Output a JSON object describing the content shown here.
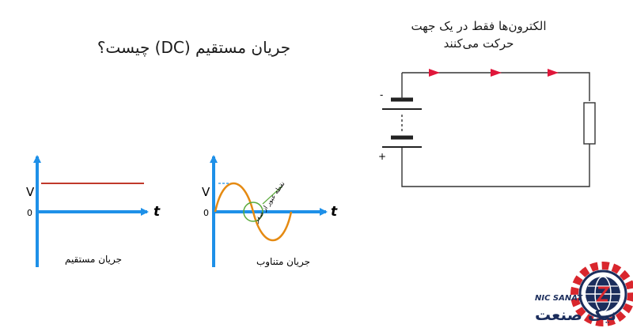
{
  "title": "جریان مستقیم (DC) چیست؟",
  "electron_note": "الکترون‌ها فقط در یک جهت حرکت می‌کنند",
  "battery": {
    "minus": "-",
    "plus": "+"
  },
  "dc_graph": {
    "v_label": "V",
    "zero_label": "0",
    "t_label": "t",
    "caption": "جریان مستقیم"
  },
  "ac_graph": {
    "v_label": "V",
    "zero_label": "0",
    "t_label": "t",
    "caption": "جریان متناوب",
    "zero_crossing_note": "نقطه عبور از صفر"
  },
  "colors": {
    "axis": "#1e90e8",
    "dc_line": "#c0392b",
    "sine": "#e58a12",
    "marker": "#5aaa3a",
    "arrow": "#e0163a",
    "logo_blue": "#1b2d5c",
    "logo_red": "#d9262d"
  },
  "logo": {
    "name_en": "NIC SANAT",
    "name_fa": "نیک صنعت",
    "icon": "gear-globe-icon"
  }
}
